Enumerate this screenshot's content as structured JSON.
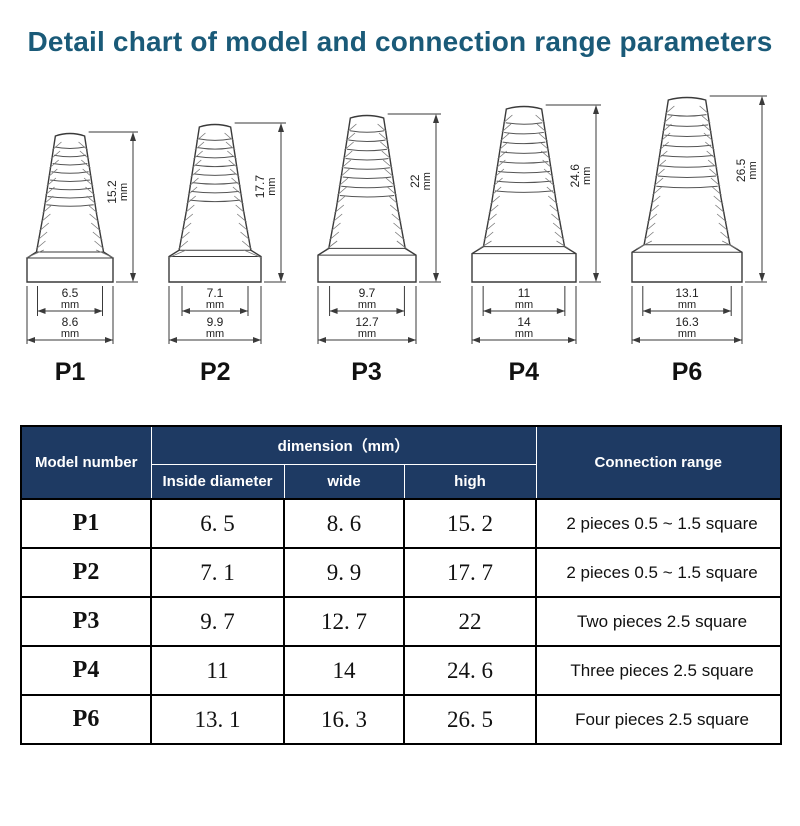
{
  "title": "Detail chart of model and connection range parameters",
  "units": {
    "mm": "mm"
  },
  "colors": {
    "title_color": "#1a5a78",
    "header_bg": "#1e3a63",
    "line_color": "#3a3a3a"
  },
  "connectors": [
    {
      "label": "P1",
      "height": "15.2",
      "inner": "6.5",
      "outer": "8.6"
    },
    {
      "label": "P2",
      "height": "17.7",
      "inner": "7.1",
      "outer": "9.9"
    },
    {
      "label": "P3",
      "height": "22",
      "inner": "9.7",
      "outer": "12.7"
    },
    {
      "label": "P4",
      "height": "24.6",
      "inner": "11",
      "outer": "14"
    },
    {
      "label": "P6",
      "height": "26.5",
      "inner": "13.1",
      "outer": "16.3"
    }
  ],
  "table": {
    "headers": {
      "model_number": "Model number",
      "dimension_group": "dimension（mm）",
      "inside_diameter": "Inside diameter",
      "wide": "wide",
      "high": "high",
      "connection_range": "Connection range"
    },
    "rows": [
      {
        "model": "P1",
        "inside_diameter": "6. 5",
        "wide": "8. 6",
        "high": "15. 2",
        "range": "2 pieces 0.5 ~ 1.5 square"
      },
      {
        "model": "P2",
        "inside_diameter": "7. 1",
        "wide": "9. 9",
        "high": "17. 7",
        "range": "2 pieces 0.5 ~ 1.5 square"
      },
      {
        "model": "P3",
        "inside_diameter": "9. 7",
        "wide": "12. 7",
        "high": "22",
        "range": "Two pieces 2.5 square"
      },
      {
        "model": "P4",
        "inside_diameter": "11",
        "wide": "14",
        "high": "24. 6",
        "range": "Three pieces 2.5 square"
      },
      {
        "model": "P6",
        "inside_diameter": "13. 1",
        "wide": "16. 3",
        "high": "26. 5",
        "range": "Four pieces 2.5 square"
      }
    ]
  }
}
